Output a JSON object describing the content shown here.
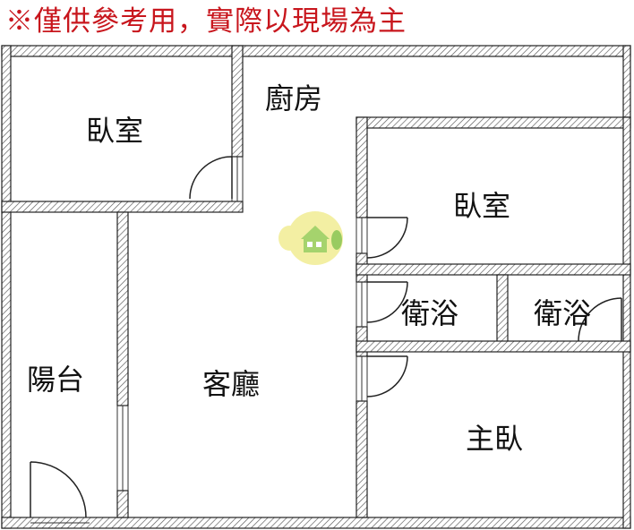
{
  "disclaimer": "※僅供參考用，實際以現場為主",
  "rooms": {
    "bedroom_top_left": "臥室",
    "kitchen": "廚房",
    "bedroom_right": "臥室",
    "bathroom_left": "衛浴",
    "bathroom_right": "衛浴",
    "balcony": "陽台",
    "living_room": "客廳",
    "master_bedroom": "主臥"
  },
  "colors": {
    "disclaimer": "#c8161d",
    "wall_line": "#222222",
    "watermark_yellow": "#f2ee9a",
    "watermark_green": "#8fc64f"
  },
  "icons": {
    "watermark": "house-logo-icon"
  }
}
